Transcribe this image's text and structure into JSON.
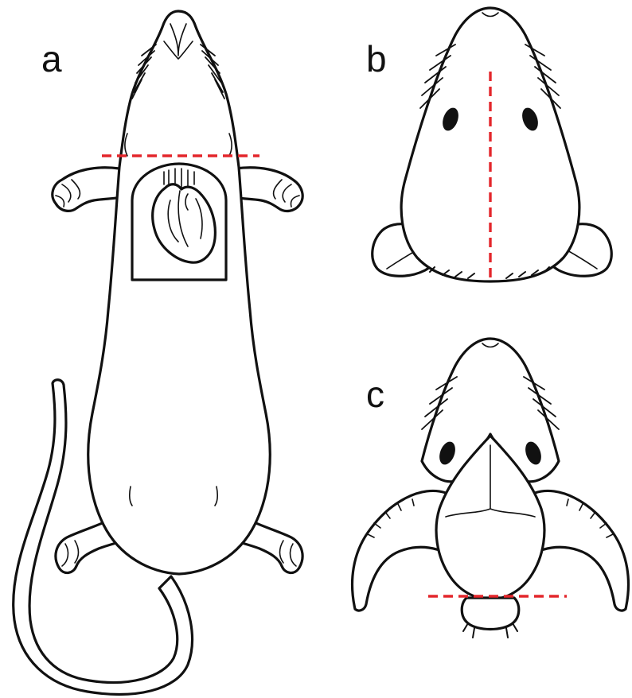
{
  "figure": {
    "panels": [
      {
        "id": "a",
        "label": "a"
      },
      {
        "id": "b",
        "label": "b"
      },
      {
        "id": "c",
        "label": "c"
      }
    ],
    "cut_color": "#e3262b",
    "line_color": "#111111"
  }
}
